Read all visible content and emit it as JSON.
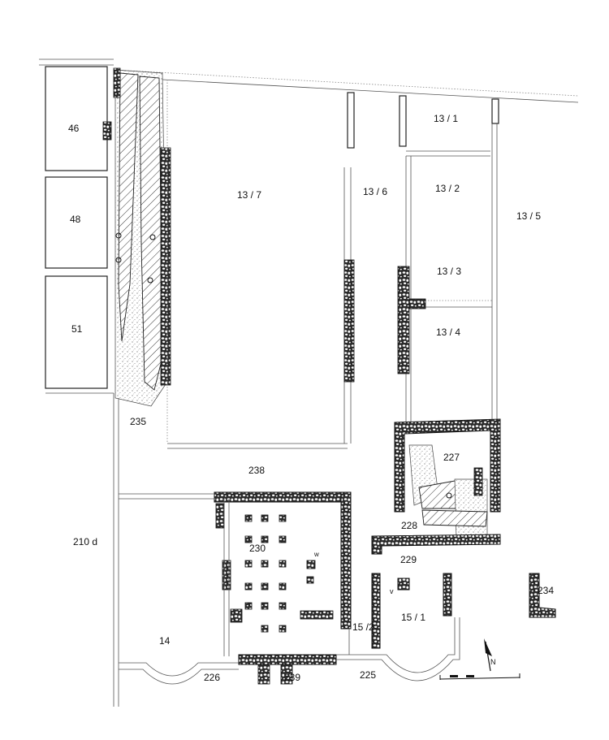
{
  "plan": {
    "rooms": {
      "r46": "46",
      "r48": "48",
      "r51": "51",
      "r13_7": "13 / 7",
      "r13_6": "13 / 6",
      "r13_1": "13 / 1",
      "r13_2": "13 / 2",
      "r13_3": "13 / 3",
      "r13_4": "13 / 4",
      "r13_5": "13 / 5",
      "r235": "235",
      "r227": "227",
      "r238": "238",
      "r228": "228",
      "r229": "229",
      "r230": "230",
      "r210d": "210 d",
      "r234": "234",
      "r15_2": "15 /2",
      "r15_1": "15 / 1",
      "r14": "14",
      "r226": "226",
      "r239": "239",
      "r225": "225"
    },
    "marks": {
      "w": "w",
      "v": "v"
    },
    "north_symbol": "north-arrow-icon"
  }
}
